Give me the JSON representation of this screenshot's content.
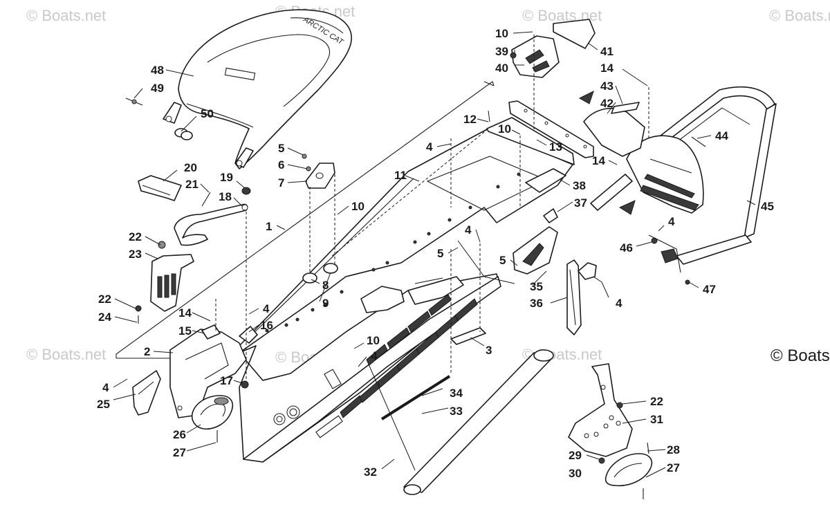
{
  "watermark_text": "© Boats.net",
  "copyright_text": "© Boats",
  "seat_brand": "ARCTIC CAT",
  "callouts": [
    "1",
    "2",
    "3",
    "4",
    "5",
    "6",
    "7",
    "8",
    "9",
    "10",
    "11",
    "12",
    "13",
    "14",
    "15",
    "16",
    "17",
    "18",
    "19",
    "20",
    "21",
    "22",
    "23",
    "24",
    "25",
    "26",
    "27",
    "28",
    "29",
    "30",
    "31",
    "32",
    "33",
    "34",
    "35",
    "36",
    "37",
    "38",
    "39",
    "40",
    "41",
    "42",
    "43",
    "44",
    "45",
    "46",
    "47",
    "48",
    "49",
    "50"
  ],
  "colors": {
    "line": "#1a1a1a",
    "watermark": "#c9c9c9",
    "background": "#ffffff"
  }
}
